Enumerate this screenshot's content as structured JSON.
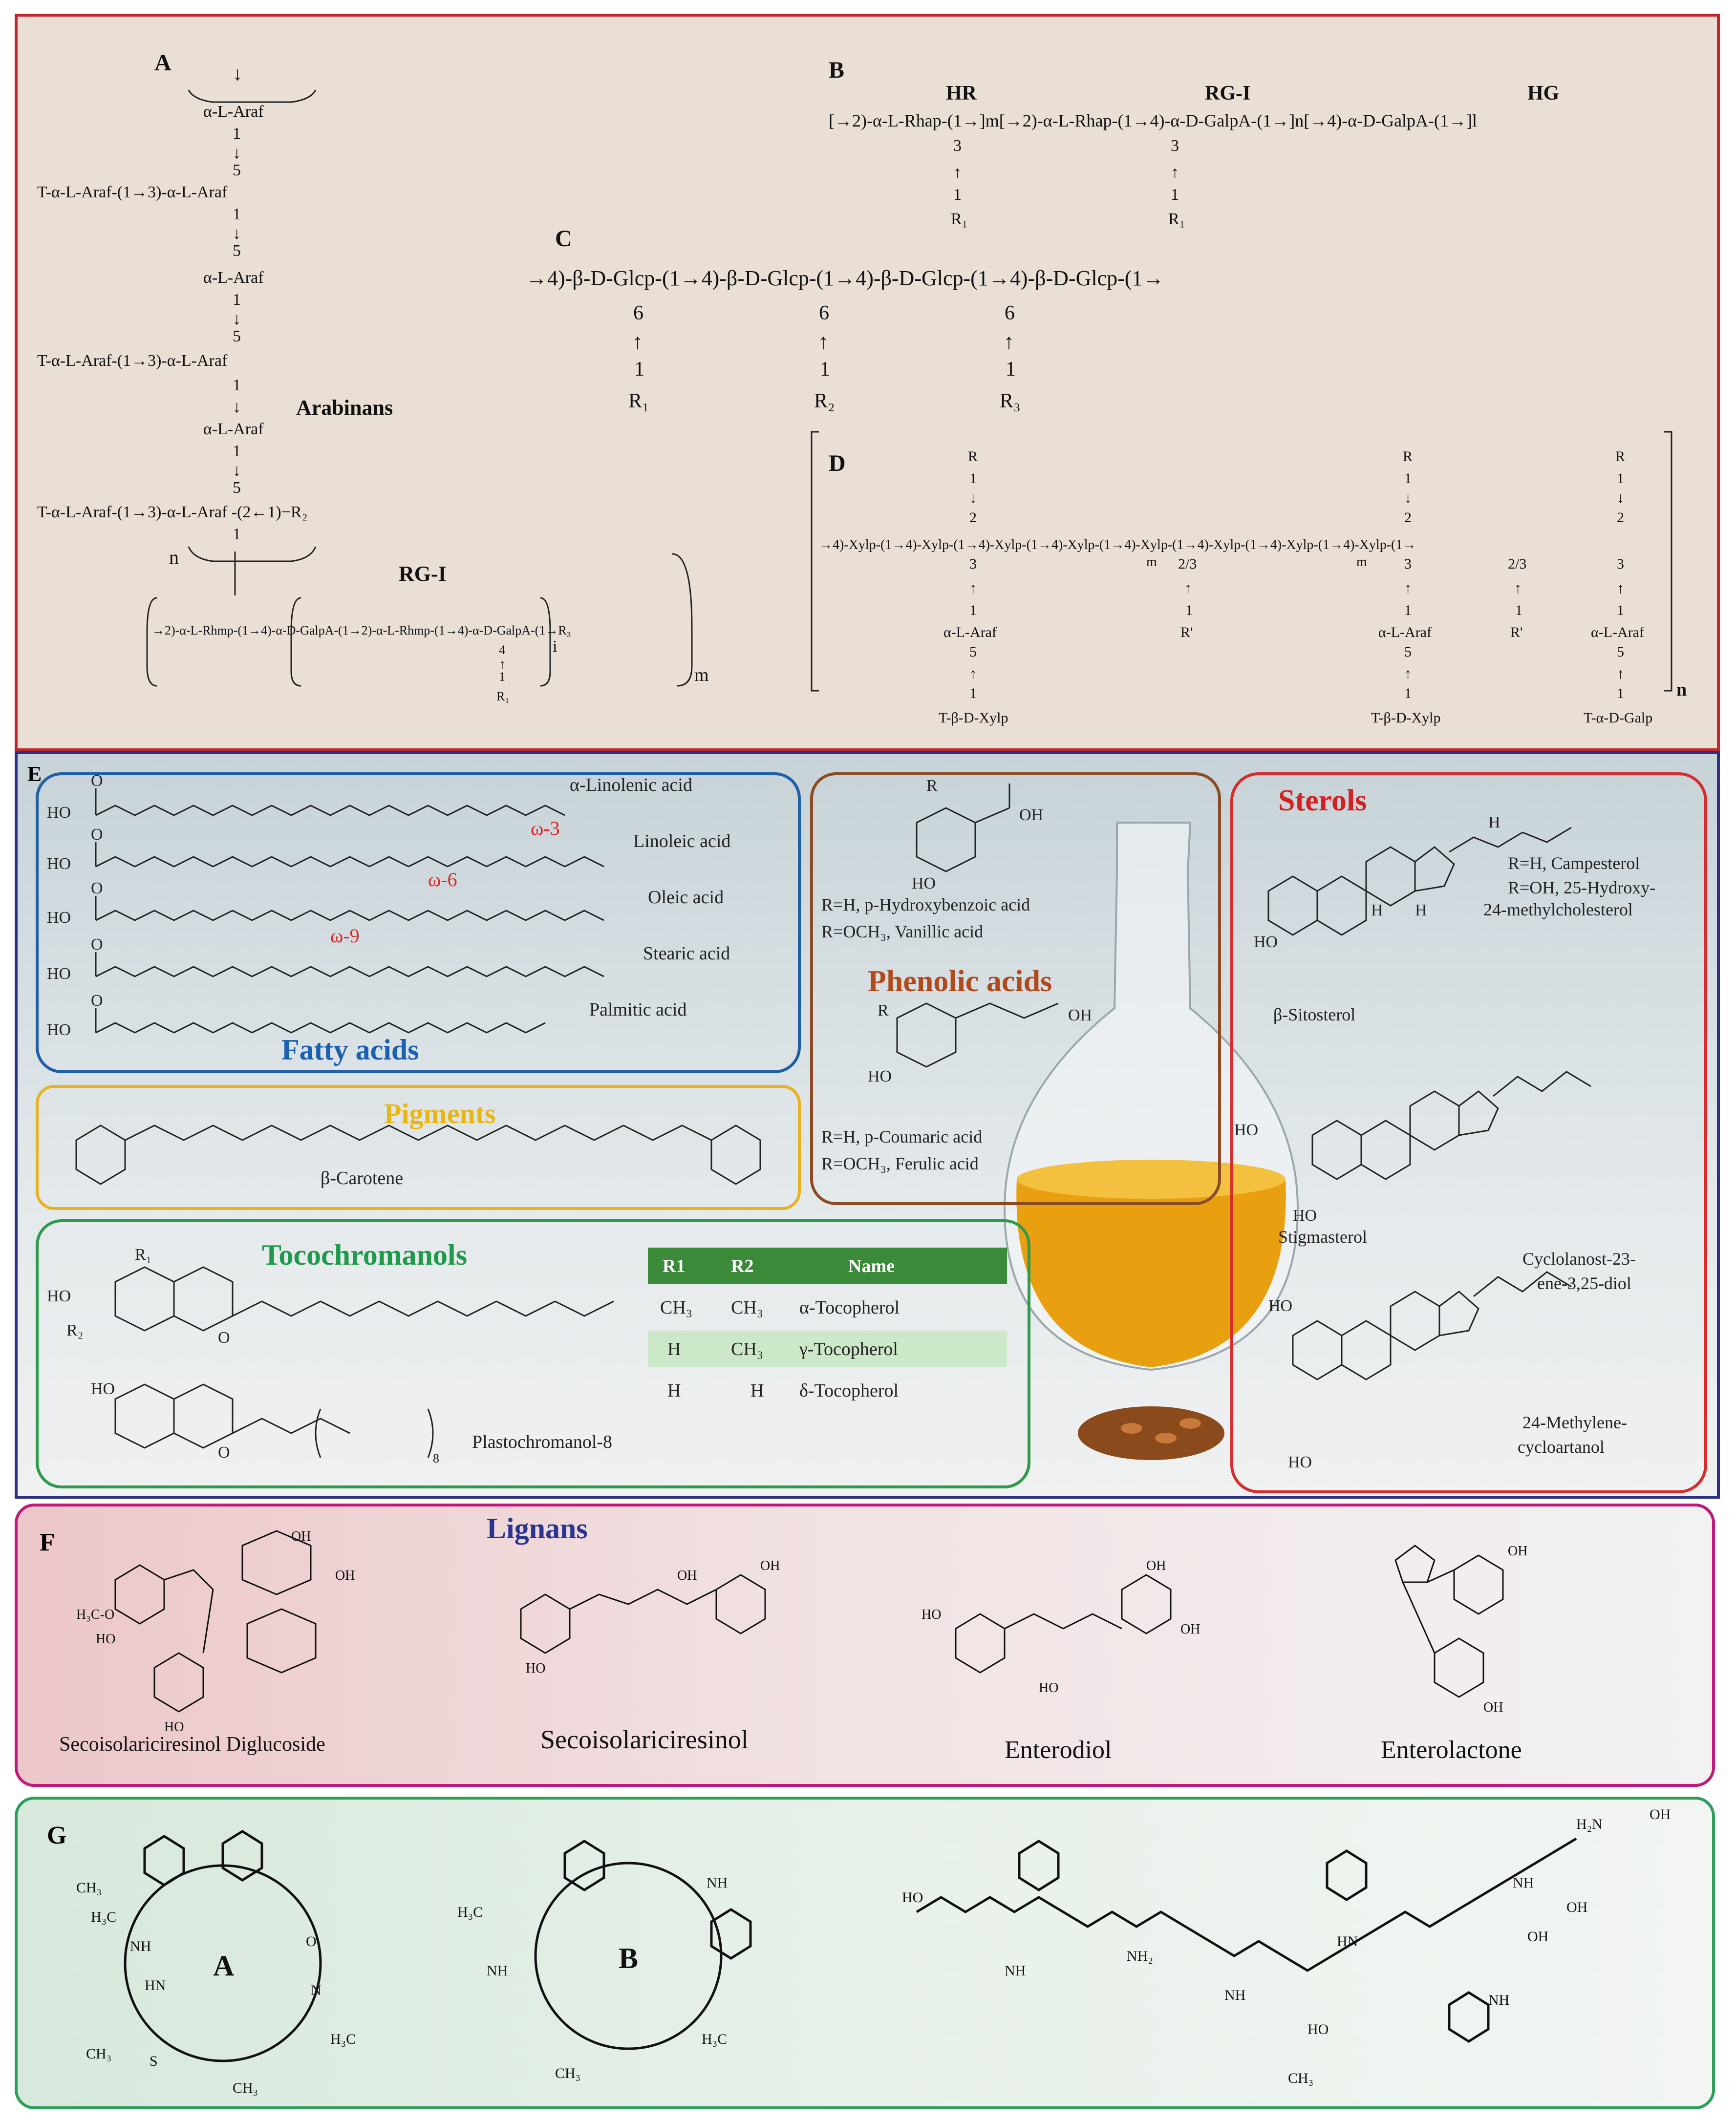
{
  "colors": {
    "top_border": "#c0272d",
    "mid_border": "#2b2f86",
    "lignan_border": "#c2187a",
    "peptide_border": "#2e9e5b",
    "fatty_border": "#1f5fa8",
    "pigment_border": "#e7b21e",
    "toco_border": "#2f9a4c",
    "phenolic_border": "#8a4b25",
    "sterol_border": "#d92b2b",
    "omega_red": "#e02424",
    "title_blue": "#1b5fb0",
    "title_yellow": "#e8b514",
    "title_green": "#1e9a4b",
    "title_brown": "#b04a1a",
    "title_red": "#d42020",
    "lignans_title": "#2a3590",
    "table_header": "#3a8a3a",
    "table_row_alt": "#cde8c8",
    "oil": "#e8a010"
  },
  "panelA": {
    "label": "A",
    "lines": [
      "α-L-Araf",
      "T-α-L-Araf-(1→3)-α-L-Araf",
      "α-L-Araf",
      "T-α-L-Araf-(1→3)-α-L-Araf",
      "α-L-Araf",
      "T-α-L-Araf-(1→3)-α-L-Araf -(2←1)−R₂"
    ],
    "linkages": [
      "1",
      "5"
    ],
    "arabinans": "Arabinans",
    "n": "n",
    "rgi": "RG-I",
    "rgi_chain": "→2)-α-L-Rhmp-(1→4)-α-D-GalpA-(1→2)-α-L-Rhmp-(1→4)-α-D-GalpA-(1→R₃",
    "i": "i",
    "m": "m",
    "branch": [
      "4",
      "1",
      "R₁"
    ]
  },
  "panelB": {
    "label": "B",
    "hr": "HR",
    "rgi": "RG-I",
    "hg": "HG",
    "chain": "[→2)-α-L-Rhap-(1→]m[→2)-α-L-Rhap-(1→4)-α-D-GalpA-(1→]n[→4)-α-D-GalpA-(1→]l",
    "branch": [
      "3",
      "1",
      "R₁"
    ]
  },
  "panelC": {
    "label": "C",
    "chain": "→4)-β-D-Glcp-(1→4)-β-D-Glcp-(1→4)-β-D-Glcp-(1→4)-β-D-Glcp-(1→",
    "branches": [
      {
        "pos": "6",
        "one": "1",
        "r": "R₁"
      },
      {
        "pos": "6",
        "one": "1",
        "r": "R₂"
      },
      {
        "pos": "6",
        "one": "1",
        "r": "R₃"
      }
    ]
  },
  "panelD": {
    "label": "D",
    "chain": "→4)-Xylp-(1→4)-Xylp-(1→4)-Xylp-(1→4)-Xylp-(1→4)-Xylp-(1→4)-Xylp-(1→4)-Xylp-(1→4)-Xylp-(1→",
    "m": "m",
    "n": "n",
    "top": [
      "R",
      "1",
      "2"
    ],
    "pos3": "3",
    "pos23": "2/3",
    "araf": "α-L-Araf",
    "five": "5",
    "one": "1",
    "rprime": "R'",
    "terms": [
      "T-β-D-Xylp",
      "T-β-D-Xylp",
      "T-α-D-Galp"
    ]
  },
  "panelE": {
    "label": "E",
    "fatty_title": "Fatty acids",
    "fatty": [
      {
        "name": "α-Linolenic acid",
        "omega": "ω-3"
      },
      {
        "name": "Linoleic acid",
        "omega": "ω-6"
      },
      {
        "name": "Oleic acid",
        "omega": "ω-9"
      },
      {
        "name": "Stearic acid",
        "omega": ""
      },
      {
        "name": "Palmitic acid",
        "omega": ""
      }
    ],
    "ho": "HO",
    "o": "O",
    "pigments_title": "Pigments",
    "carotene": "β-Carotene",
    "toco_title": "Tocochromanols",
    "toco_table": {
      "headers": [
        "R1",
        "R2",
        "Name"
      ],
      "rows": [
        [
          "CH₃",
          "CH₃",
          "α-Tocopherol"
        ],
        [
          "H",
          "CH₃",
          "γ-Tocopherol"
        ],
        [
          "H",
          "H",
          "δ-Tocopherol"
        ]
      ]
    },
    "toco_labels": {
      "r1": "R₁",
      "r2": "R₂",
      "ho": "HO",
      "o": "O"
    },
    "plasto": "Plastochromanol-8",
    "plasto_sub": "8",
    "phenolic_title": "Phenolic acids",
    "phenolic_lines": [
      "R=H, p-Hydroxybenzoic acid",
      "R=OCH₃, Vanillic acid",
      "R=H, p-Coumaric acid",
      "R=OCH₃, Ferulic acid"
    ],
    "r": "R",
    "oh": "OH",
    "sterols_title": "Sterols",
    "sterol_lines": [
      "R=H, Campesterol",
      "R=OH, 25-Hydroxy-",
      "24-methylcholesterol",
      "β-Sitosterol",
      "Stigmasterol",
      "Cyclolanost-23-",
      "ene-3,25-diol",
      "24-Methylene-",
      "cycloartanol"
    ],
    "h": "H"
  },
  "panelF": {
    "label": "F",
    "title": "Lignans",
    "names": [
      "Secoisolariciresinol Diglucoside",
      "Secoisolariciresinol",
      "Enterodiol",
      "Enterolactone"
    ],
    "oh": "OH",
    "ho": "HO",
    "h3co": "H₃C-O"
  },
  "panelG": {
    "label": "G",
    "ring_a": "A",
    "ring_b": "B",
    "atoms": [
      "CH₃",
      "H₃C",
      "NH",
      "HN",
      "O",
      "N",
      "S",
      "NH₂",
      "OH",
      "HO",
      "H₂N"
    ]
  }
}
